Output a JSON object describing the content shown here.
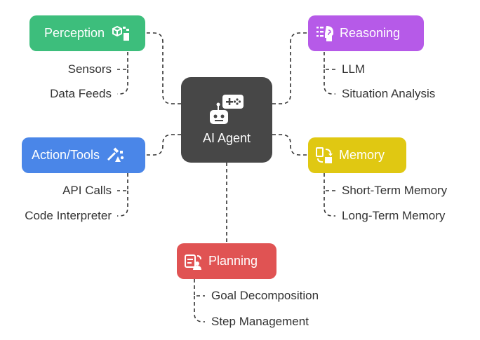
{
  "center": {
    "label": "AI Agent",
    "icon": "robot-gamepad-icon"
  },
  "branches": {
    "perception": {
      "label": "Perception",
      "color": "#3dbe7c",
      "icon": "cube-hand-icon",
      "items": [
        "Sensors",
        "Data Feeds"
      ]
    },
    "reasoning": {
      "label": "Reasoning",
      "color": "#b65ae8",
      "icon": "brain-head-icon",
      "items": [
        "LLM",
        "Situation Analysis"
      ]
    },
    "action": {
      "label": "Action/Tools",
      "color": "#4a86e8",
      "icon": "tools-icon",
      "items": [
        "API Calls",
        "Code Interpreter"
      ]
    },
    "memory": {
      "label": "Memory",
      "color": "#e0c812",
      "icon": "memory-cycle-icon",
      "items": [
        "Short-Term Memory",
        "Long-Term Memory"
      ]
    },
    "planning": {
      "label": "Planning",
      "color": "#e05353",
      "icon": "plan-person-icon",
      "items": [
        "Goal Decomposition",
        "Step Management"
      ]
    }
  }
}
